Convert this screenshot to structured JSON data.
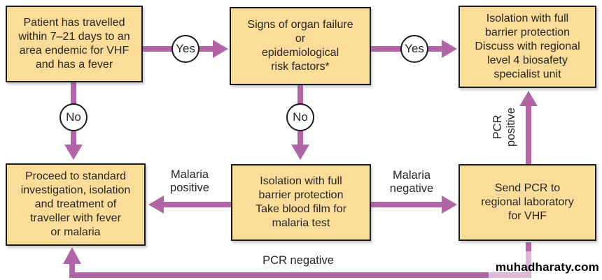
{
  "colors": {
    "box_fill": "#FBDC98",
    "box_border": "#1A1A1A",
    "arrow": "#B164A6",
    "text": "#262626",
    "circle_fill": "#FFFFFF",
    "background": "#FFFFFF",
    "watermark_text_color": "#000000"
  },
  "boxes": [
    {
      "id": "travel-fever",
      "text": "Patient has travelled\nwithin 7–21 days to an\narea endemic for VHF\nand has a fever"
    },
    {
      "id": "organ-failure-risk",
      "text": "Signs of organ failure\nor\nepidemiological\nrisk factors*"
    },
    {
      "id": "isolation-level4",
      "text": "Isolation with full\nbarrier protection\nDiscuss with regional\nlevel 4 biosafety\nspecialist unit"
    },
    {
      "id": "standard-investigation",
      "text": "Proceed to standard\ninvestigation, isolation\nand treatment of\ntraveller with fever\nor malaria"
    },
    {
      "id": "isolation-blood-film",
      "text": "Isolation with full\nbarrier protection\nTake blood film for\nmalaria test"
    },
    {
      "id": "send-pcr",
      "text": "Send PCR to\nregional laboratory\nfor VHF"
    }
  ],
  "labels": {
    "yes_1": "Yes",
    "yes_2": "Yes",
    "no_1": "No",
    "no_2": "No",
    "malaria_positive": "Malaria\npositive",
    "malaria_negative": "Malaria\nnegative",
    "pcr_positive": "PCR\npositive",
    "pcr_negative": "PCR negative"
  },
  "watermark": "muhadharaty.com"
}
